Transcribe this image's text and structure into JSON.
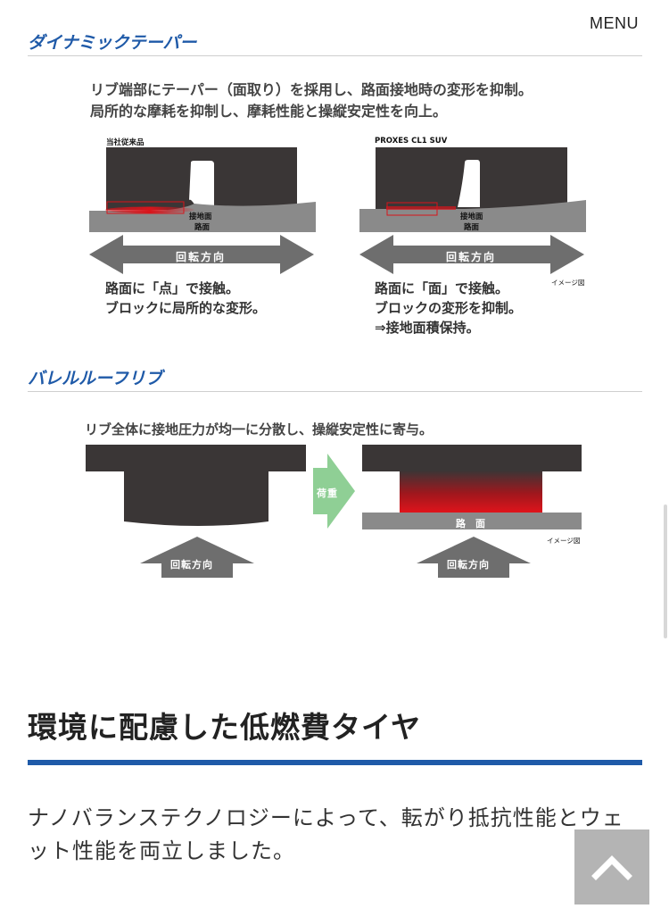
{
  "header": {
    "menu_label": "MENU"
  },
  "dynamic_taper": {
    "heading": "ダイナミックテーパー",
    "description": [
      "リブ端部にテーパー（面取り）を採用し、路面接地時の変形を抑制。",
      "局所的な摩耗を抑制し、摩耗性能と操縦安定性を向上。"
    ],
    "left_panel": {
      "label": "当社従来品",
      "contact_label": "接地面",
      "road_label": "路面",
      "arrow_label": "回転方向",
      "caption": [
        "路面に「点」で接触。",
        "ブロックに局所的な変形。"
      ]
    },
    "right_panel": {
      "label": "PROXES CL1 SUV",
      "contact_label": "接地面",
      "road_label": "路面",
      "arrow_label": "回転方向",
      "caption": [
        "路面に「面」で接触。",
        "ブロックの変形を抑制。",
        "⇒接地面積保持。"
      ]
    },
    "image_note": "イメージ図"
  },
  "barrel_loop_rib": {
    "heading": "バレルルーフリブ",
    "description": "リブ全体に接地圧力が均一に分散し、操縦安定性に寄与。",
    "load_label": "荷重",
    "road_label": "路　面",
    "left_arrow_label": "回転方向",
    "right_arrow_label": "回転方向",
    "image_note": "イメージ図"
  },
  "eco_section": {
    "title": "環境に配慮した低燃費タイヤ",
    "body": "ナノバランステクノロジーによって、転がり抵抗性能とウェット性能を両立しました。"
  },
  "colors": {
    "accent_blue": "#1f5aa8",
    "tire_dark": "#3a3636",
    "road_gray": "#8a8a8a",
    "arrow_gray": "#6e6e6e",
    "contact_red": "#d8141b",
    "load_green": "#8fcf95",
    "to_top_bg": "#b4b4b4"
  },
  "icons": {
    "to_top": "chevron-up-icon"
  }
}
